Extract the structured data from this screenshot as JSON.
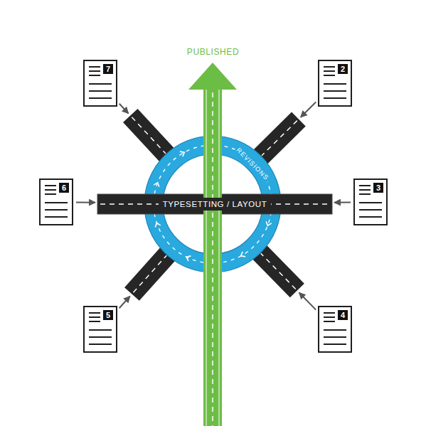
{
  "diagram": {
    "nodes": [
      {
        "text": [
          "7"
        ]
      },
      {
        "text": [
          "2"
        ]
      },
      {
        "text": [
          "REVISIONS"
        ]
      },
      {
        "text": [
          "6"
        ]
      },
      {
        "text": [
          "TYPESETTING / LAYOUT"
        ]
      },
      {
        "text": [
          "3"
        ]
      },
      {
        "text": [
          "5"
        ]
      },
      {
        "text": [
          "4"
        ]
      }
    ],
    "edges": [
      {
        "from": 0,
        "to": 2,
        "arrow": "to"
      },
      {
        "from": 1,
        "to": 2,
        "arrow": "to"
      },
      {
        "from": 3,
        "to": 4,
        "arrow": "to"
      },
      {
        "from": 5,
        "to": 4,
        "arrow": "to"
      },
      {
        "from": 6,
        "to": 2,
        "arrow": "to"
      },
      {
        "from": 7,
        "to": 2,
        "arrow": "to"
      }
    ],
    "labels": [
      "PUBLISHED"
    ]
  }
}
